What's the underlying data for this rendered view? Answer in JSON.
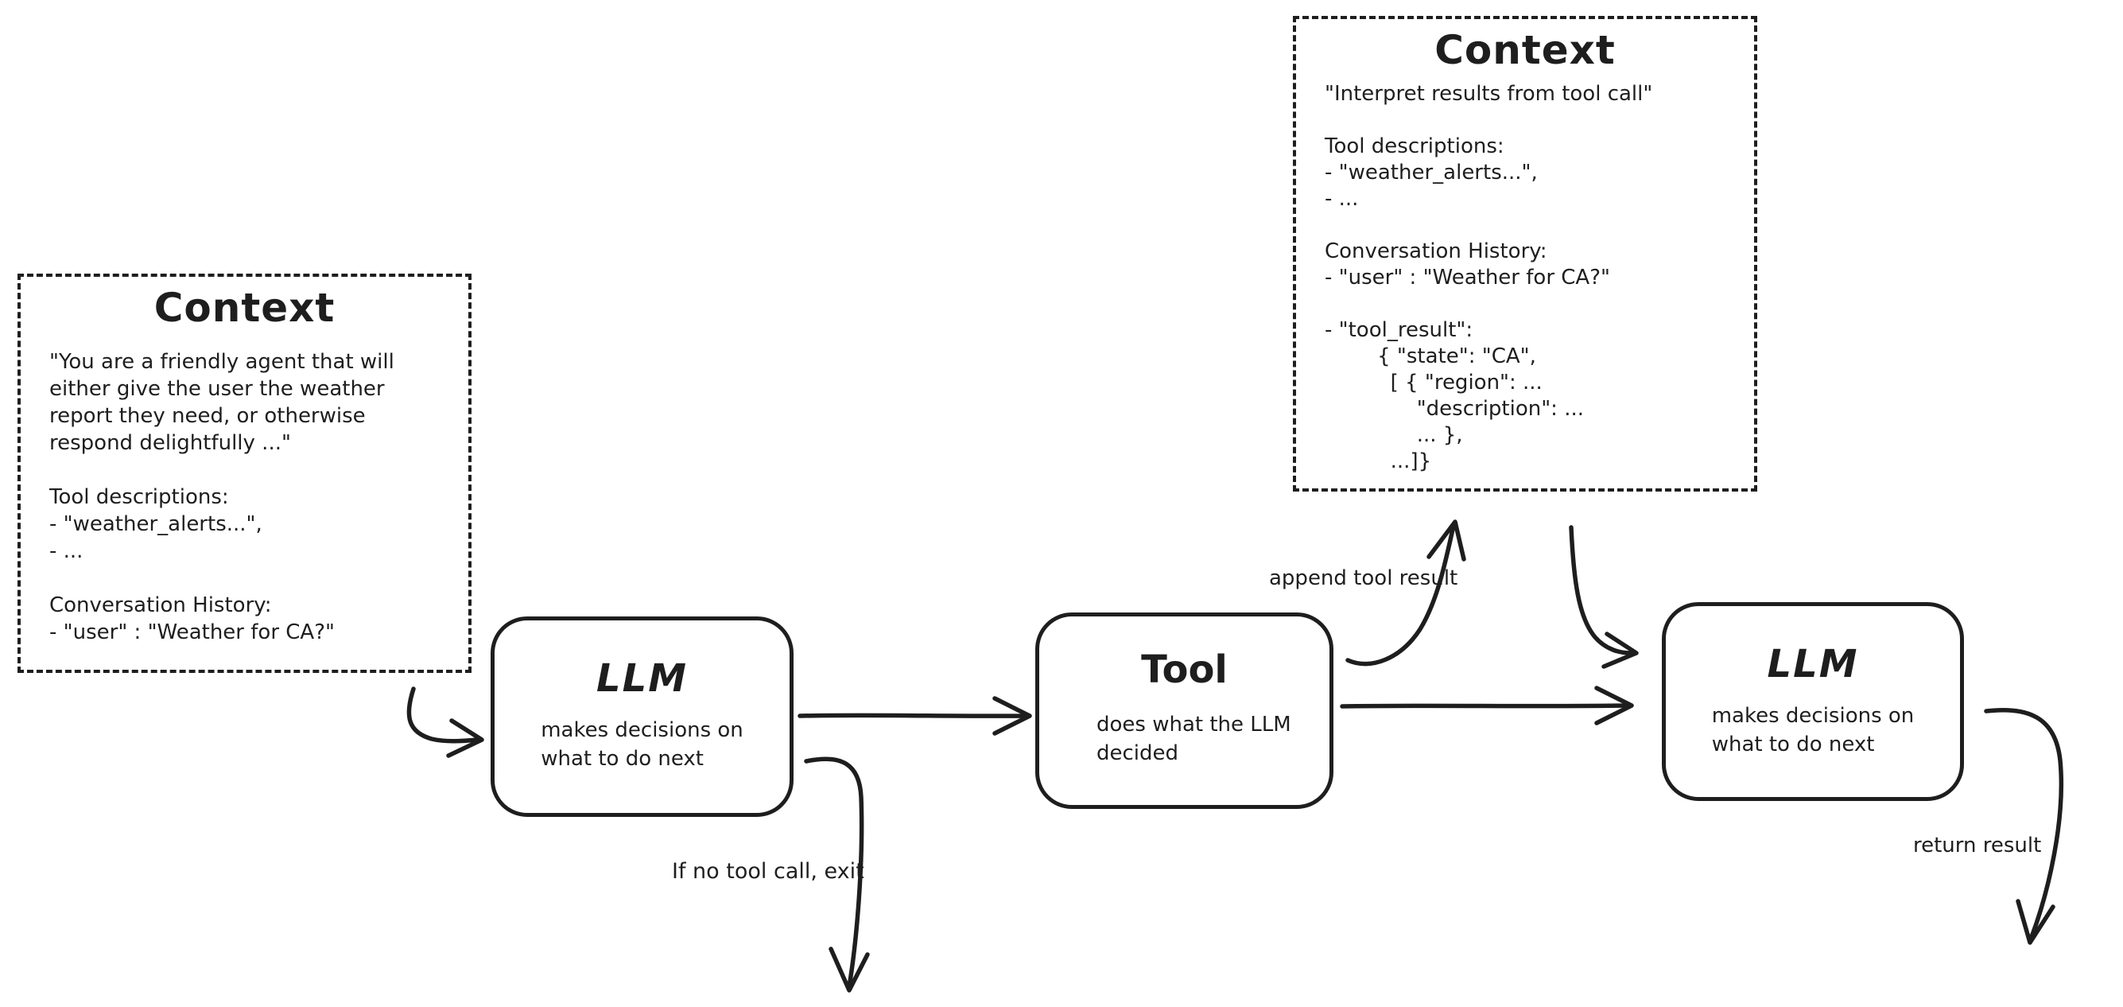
{
  "diagram": {
    "background": "#ffffff",
    "stroke_color": "#1e1e1e",
    "context_initial": {
      "title": "Context",
      "lines": [
        "\"You are a friendly agent that will",
        "either give the user the weather",
        "report they need, or otherwise",
        "respond delightfully ...\"",
        "",
        "Tool descriptions:",
        "- \"weather_alerts...\",",
        "- ...",
        "",
        "Conversation History:",
        "- \"user\" : \"Weather for CA?\""
      ]
    },
    "context_with_tool_result": {
      "title": "Context",
      "lines": [
        "\"Interpret results from tool call\"",
        "",
        "Tool descriptions:",
        "- \"weather_alerts...\",",
        "- ...",
        "",
        "Conversation History:",
        "- \"user\" : \"Weather for CA?\"",
        "",
        "- \"tool_result\":",
        "        { \"state\": \"CA\",",
        "          [ { \"region\": ...",
        "              \"description\": ...",
        "              ... },",
        "          ...]}"
      ]
    },
    "nodes": {
      "llm_first": {
        "title": "LLM",
        "subtitle": "makes decisions on\nwhat to do next"
      },
      "tool": {
        "title": "Tool",
        "subtitle": "does what the LLM\ndecided"
      },
      "llm_second": {
        "title": "LLM",
        "subtitle": "makes decisions on\nwhat to do next"
      }
    },
    "edge_labels": {
      "append": "append tool result",
      "exit": "If no tool call, exit",
      "return": "return result"
    }
  }
}
